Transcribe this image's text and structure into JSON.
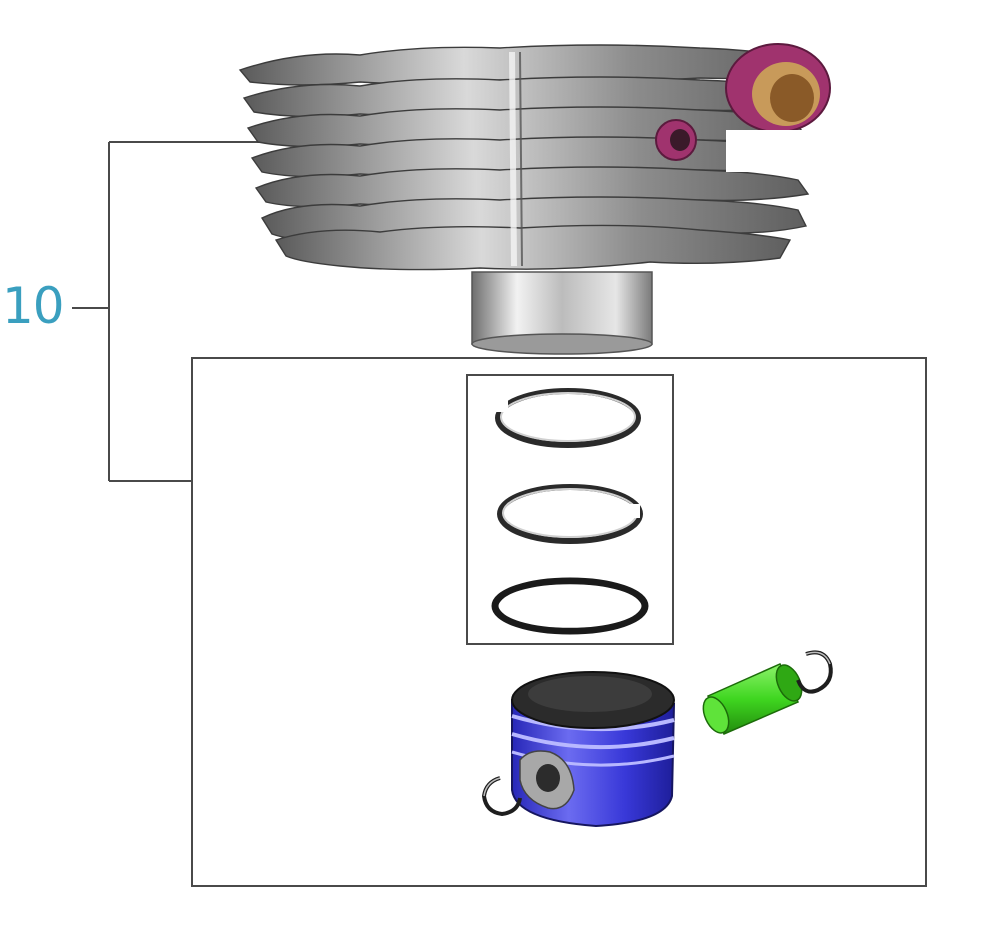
{
  "callout": {
    "label": "10"
  },
  "colors": {
    "callout": "#3a9fbf",
    "frame": "#4a4a4a",
    "piston": "#3b3bdc",
    "piston_pin": "#3fd620",
    "cylinder_port": "#a0336e",
    "metal": "#9a9a9a"
  },
  "parts": [
    {
      "name": "cylinder"
    },
    {
      "name": "piston-ring-top"
    },
    {
      "name": "piston-ring-second"
    },
    {
      "name": "oil-ring"
    },
    {
      "name": "piston"
    },
    {
      "name": "piston-pin"
    },
    {
      "name": "circlip-left"
    },
    {
      "name": "circlip-right"
    }
  ]
}
